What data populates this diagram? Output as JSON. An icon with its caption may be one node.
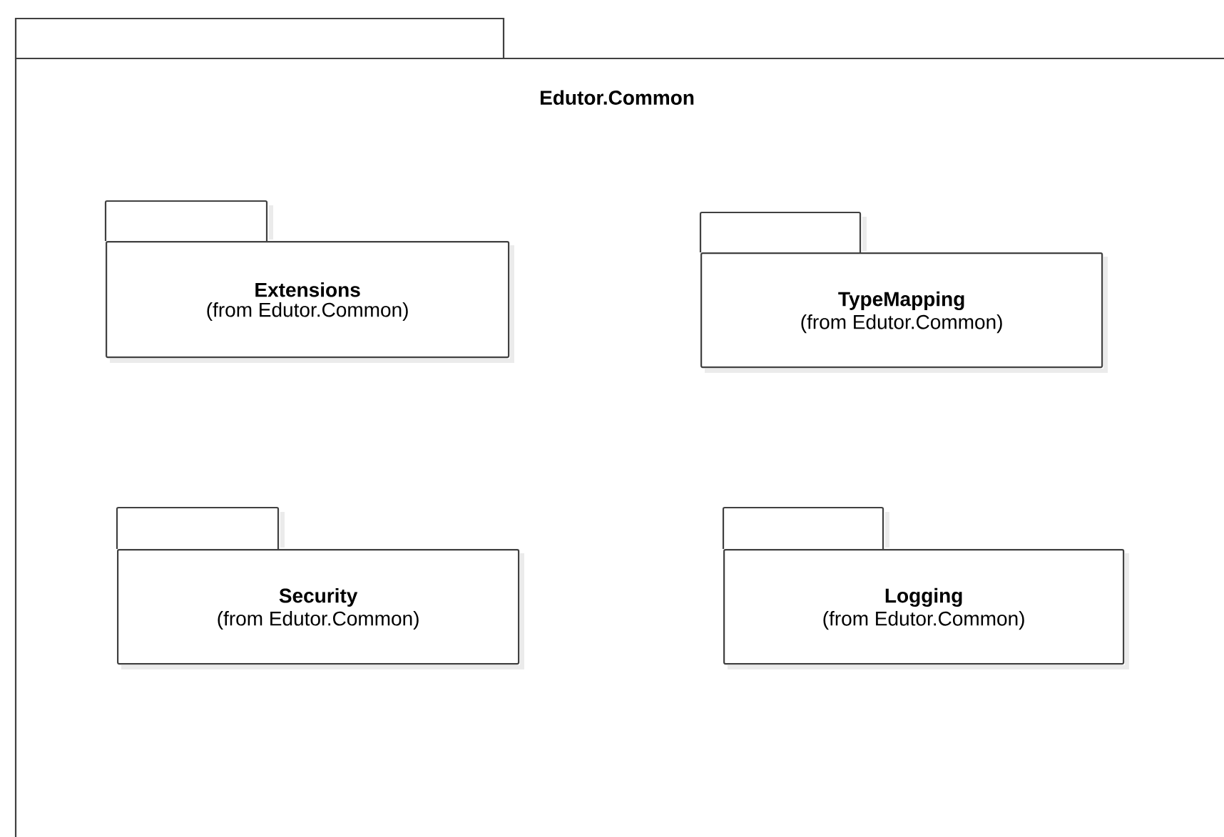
{
  "diagram": {
    "nodes": [
      {
        "text": [
          "Edutor.Common"
        ]
      },
      {
        "text": [
          "Extensions",
          "(from Edutor.Common)"
        ],
        "in": 0
      },
      {
        "text": [
          "TypeMapping",
          "(from Edutor.Common)"
        ],
        "in": 0
      },
      {
        "text": [
          "Security",
          "(from Edutor.Common)"
        ],
        "in": 0
      },
      {
        "text": [
          "Logging",
          "(from Edutor.Common)"
        ],
        "in": 0
      }
    ]
  }
}
